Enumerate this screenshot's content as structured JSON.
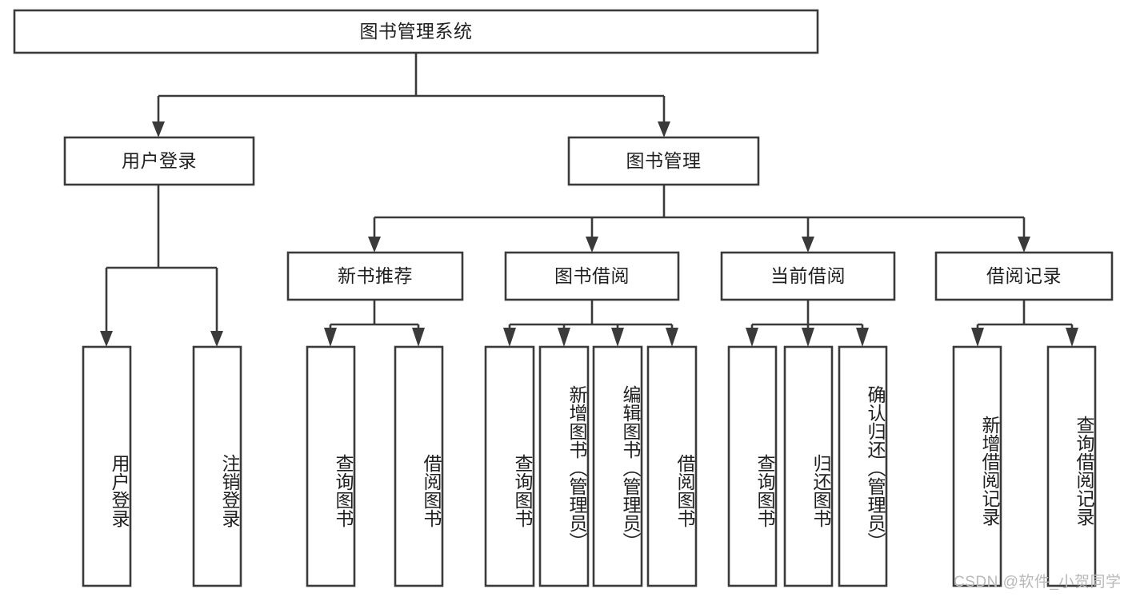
{
  "diagram": {
    "type": "hierarchy-tree",
    "title": "图书管理系统",
    "orientation": "top-down",
    "colors": {
      "box_stroke": "#3a3a3a",
      "box_fill": "#ffffff",
      "text": "#1f1f1f",
      "background": "#ffffff",
      "watermark": "#b9b9b9"
    },
    "nodes": {
      "root": {
        "label": "图书管理系统"
      },
      "level2": [
        {
          "id": "user-login",
          "label": "用户登录"
        },
        {
          "id": "book-management",
          "label": "图书管理"
        }
      ],
      "level3": [
        {
          "id": "new-book-recommend",
          "label": "新书推荐"
        },
        {
          "id": "book-borrow",
          "label": "图书借阅"
        },
        {
          "id": "current-borrow",
          "label": "当前借阅"
        },
        {
          "id": "borrow-record",
          "label": "借阅记录"
        }
      ],
      "leaves": {
        "user-login": [
          {
            "id": "leaf-user-login",
            "label": "用户登录"
          },
          {
            "id": "leaf-logout",
            "label": "注销登录"
          }
        ],
        "new-book-recommend": [
          {
            "id": "leaf-query-book-1",
            "label": "查询图书"
          },
          {
            "id": "leaf-borrow-book-1",
            "label": "借阅图书"
          }
        ],
        "book-borrow": [
          {
            "id": "leaf-query-book-2",
            "label": "查询图书"
          },
          {
            "id": "leaf-add-book",
            "label": "新增图书（管理员）"
          },
          {
            "id": "leaf-edit-book",
            "label": "编辑图书（管理员）"
          },
          {
            "id": "leaf-borrow-book-2",
            "label": "借阅图书"
          }
        ],
        "current-borrow": [
          {
            "id": "leaf-query-book-3",
            "label": "查询图书"
          },
          {
            "id": "leaf-return-book",
            "label": "归还图书"
          },
          {
            "id": "leaf-confirm-return",
            "label": "确认归还（管理员）"
          }
        ],
        "borrow-record": [
          {
            "id": "leaf-add-record",
            "label": "新增借阅记录"
          },
          {
            "id": "leaf-query-record",
            "label": "查询借阅记录"
          }
        ]
      }
    },
    "edges": [
      {
        "from": "图书管理系统",
        "to": "用户登录"
      },
      {
        "from": "图书管理系统",
        "to": "图书管理"
      },
      {
        "from": "用户登录",
        "to": "用户登录"
      },
      {
        "from": "用户登录",
        "to": "注销登录"
      },
      {
        "from": "图书管理",
        "to": "新书推荐"
      },
      {
        "from": "图书管理",
        "to": "图书借阅"
      },
      {
        "from": "图书管理",
        "to": "当前借阅"
      },
      {
        "from": "图书管理",
        "to": "借阅记录"
      },
      {
        "from": "新书推荐",
        "to": "查询图书"
      },
      {
        "from": "新书推荐",
        "to": "借阅图书"
      },
      {
        "from": "图书借阅",
        "to": "查询图书"
      },
      {
        "from": "图书借阅",
        "to": "新增图书（管理员）"
      },
      {
        "from": "图书借阅",
        "to": "编辑图书（管理员）"
      },
      {
        "from": "图书借阅",
        "to": "借阅图书"
      },
      {
        "from": "当前借阅",
        "to": "查询图书"
      },
      {
        "from": "当前借阅",
        "to": "归还图书"
      },
      {
        "from": "当前借阅",
        "to": "确认归还（管理员）"
      },
      {
        "from": "借阅记录",
        "to": "新增借阅记录"
      },
      {
        "from": "借阅记录",
        "to": "查询借阅记录"
      }
    ]
  },
  "watermark": {
    "text": "CSDN @软件_小贺同学"
  }
}
